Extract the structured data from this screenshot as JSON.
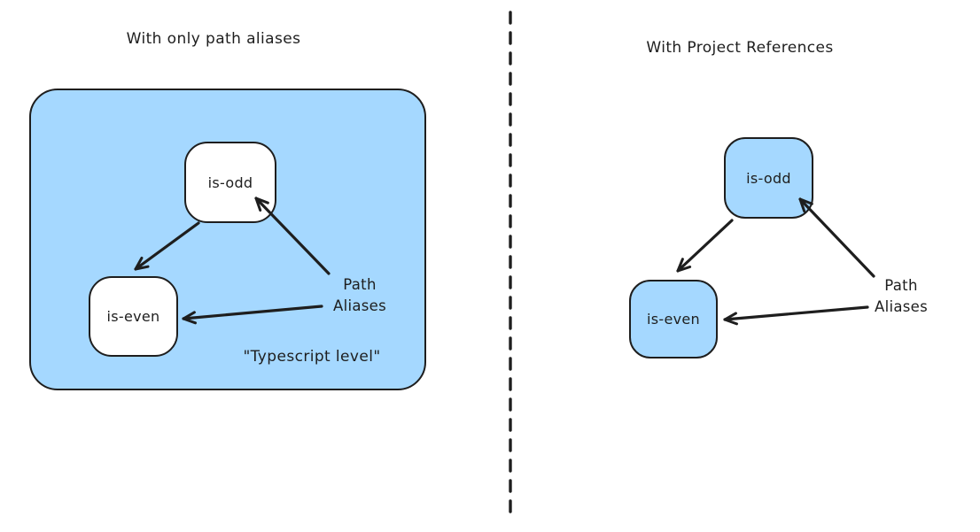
{
  "colors": {
    "background": "#ffffff",
    "stroke": "#1e1e1e",
    "blue_fill": "#a5d8ff",
    "white_fill": "#ffffff"
  },
  "left_panel": {
    "title": "With only path aliases",
    "node_is_odd": "is-odd",
    "node_is_even": "is-even",
    "annotation": "Path\nAliases",
    "container_label": "\"Typescript level\""
  },
  "right_panel": {
    "title": "With Project References",
    "node_is_odd": "is-odd",
    "node_is_even": "is-even",
    "annotation": "Path\nAliases"
  }
}
